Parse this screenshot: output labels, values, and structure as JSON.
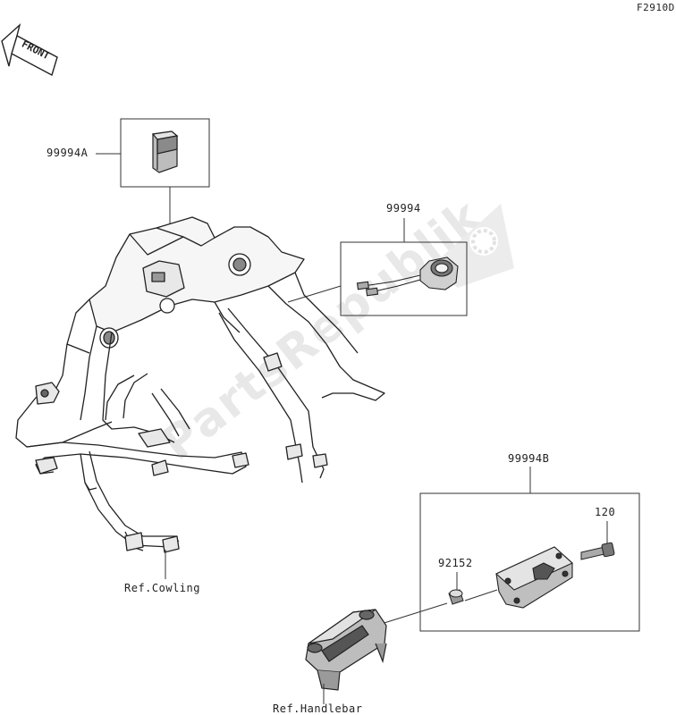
{
  "figure_code": "F2910D",
  "front_arrow": {
    "text": "FRONT"
  },
  "labels": {
    "part_99994A": "99994A",
    "part_99994": "99994",
    "part_99994B": "99994B",
    "part_120": "120",
    "part_92152": "92152",
    "ref_cowling": "Ref.Cowling",
    "ref_handlebar": "Ref.Handlebar"
  },
  "watermark": "PartsRepublik",
  "colors": {
    "ink": "#222222",
    "watermark": "#e6e6e6"
  }
}
